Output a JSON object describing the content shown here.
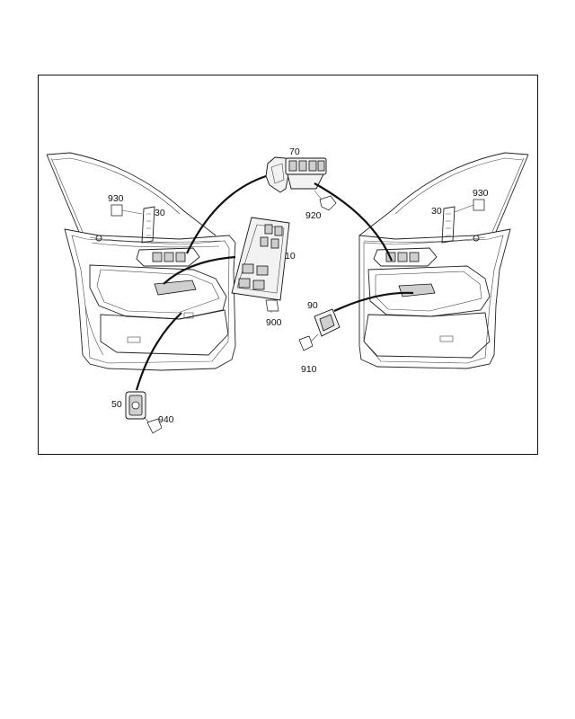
{
  "parts": {
    "p10": "10",
    "p30_left": "30",
    "p30_right": "30",
    "p50": "50",
    "p70": "70",
    "p90": "90",
    "p900": "900",
    "p910": "910",
    "p920": "920",
    "p930_left": "930",
    "p930_right": "930",
    "p940": "940"
  },
  "colors": {
    "line": "#111111",
    "background": "#ffffff"
  }
}
